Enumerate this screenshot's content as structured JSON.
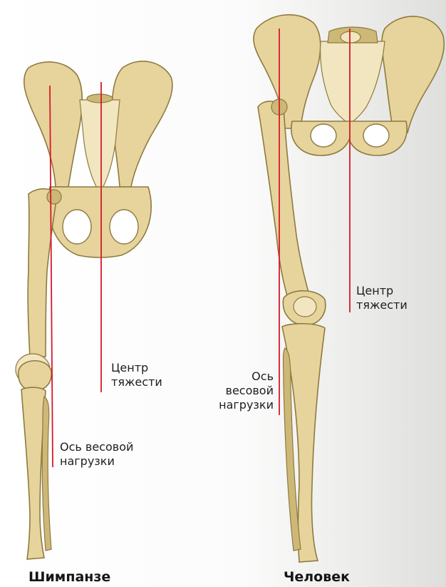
{
  "chimpanzee": {
    "title": "Шимпанзе",
    "center_of_gravity": [
      "Центр",
      "тяжести"
    ],
    "weight_axis": [
      "Ось весовой",
      "нагрузки"
    ]
  },
  "human": {
    "title": "Человек",
    "center_of_gravity": [
      "Центр",
      "тяжести"
    ],
    "weight_axis": [
      "Ось",
      "весовой",
      "нагрузки"
    ]
  },
  "colors": {
    "bone": "#e6d49c",
    "bone_outline": "#8e7a40",
    "axis_line": "#d7182a"
  }
}
